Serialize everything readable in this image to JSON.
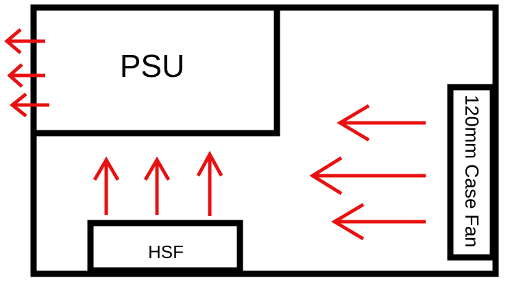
{
  "colors": {
    "outline": "#000000",
    "airflow": "#e81010",
    "background": "#ffffff"
  },
  "labels": {
    "psu": "PSU",
    "hsf": "HSF",
    "case_fan": "120mm Case Fan"
  }
}
